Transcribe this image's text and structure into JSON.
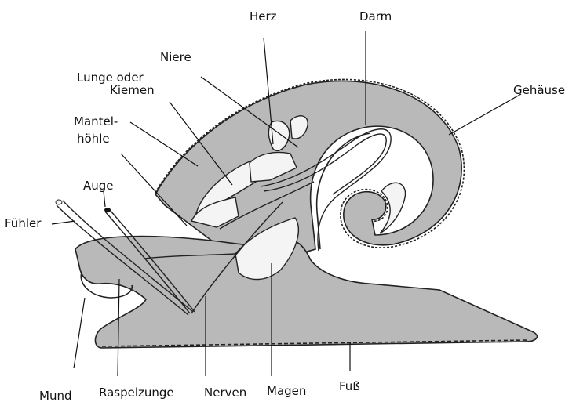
{
  "labels": {
    "herz": "Herz",
    "darm": "Darm",
    "niere": "Niere",
    "lunge": "Lunge oder",
    "kiemen": "Kiemen",
    "gehaeuse": "Gehäuse",
    "mantel": "Mantel-",
    "hoehle": "höhle",
    "auge": "Auge",
    "fuehler": "Fühler",
    "mund": "Mund",
    "raspelzunge": "Raspelzunge",
    "nerven": "Nerven",
    "magen": "Magen",
    "fuss": "Fuß"
  },
  "colors": {
    "body": "#b9b9b9",
    "ink": "#111111",
    "organ": "#f4f4f4"
  }
}
